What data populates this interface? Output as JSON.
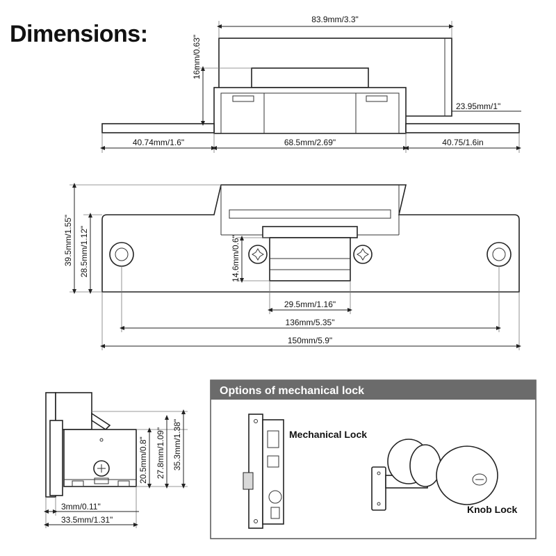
{
  "title": "Dimensions:",
  "top_view": {
    "width_total_top": "83.9mm/3.3\"",
    "height_body": "16mm/0.63\"",
    "flange_height": "23.95mm/1\"",
    "left_flange": "40.74mm/1.6\"",
    "center": "68.5mm/2.69\"",
    "right_flange": "40.75/1.6in"
  },
  "front_view": {
    "overall_height": "39.5mm/1.55\"",
    "plate_height": "28.5mm/1.12\"",
    "latch_height": "14.6mm/0.6\"",
    "latch_width": "29.5mm/1.16\"",
    "hole_spacing": "136mm/5.35\"",
    "overall_length": "150mm/5.9\""
  },
  "side_view": {
    "inner_height": "20.5mm/0.8\"",
    "mid_height": "27.8mm/1.09\"",
    "outer_height": "35.3mm/1.38\"",
    "lip_depth": "3mm/0.11\"",
    "total_depth": "33.5mm/1.31\""
  },
  "options": {
    "header": "Options of mechanical lock",
    "mechanical_label": "Mechanical Lock",
    "knob_label": "Knob Lock",
    "header_bg": "#6b6b6b",
    "border_color": "#555555"
  }
}
